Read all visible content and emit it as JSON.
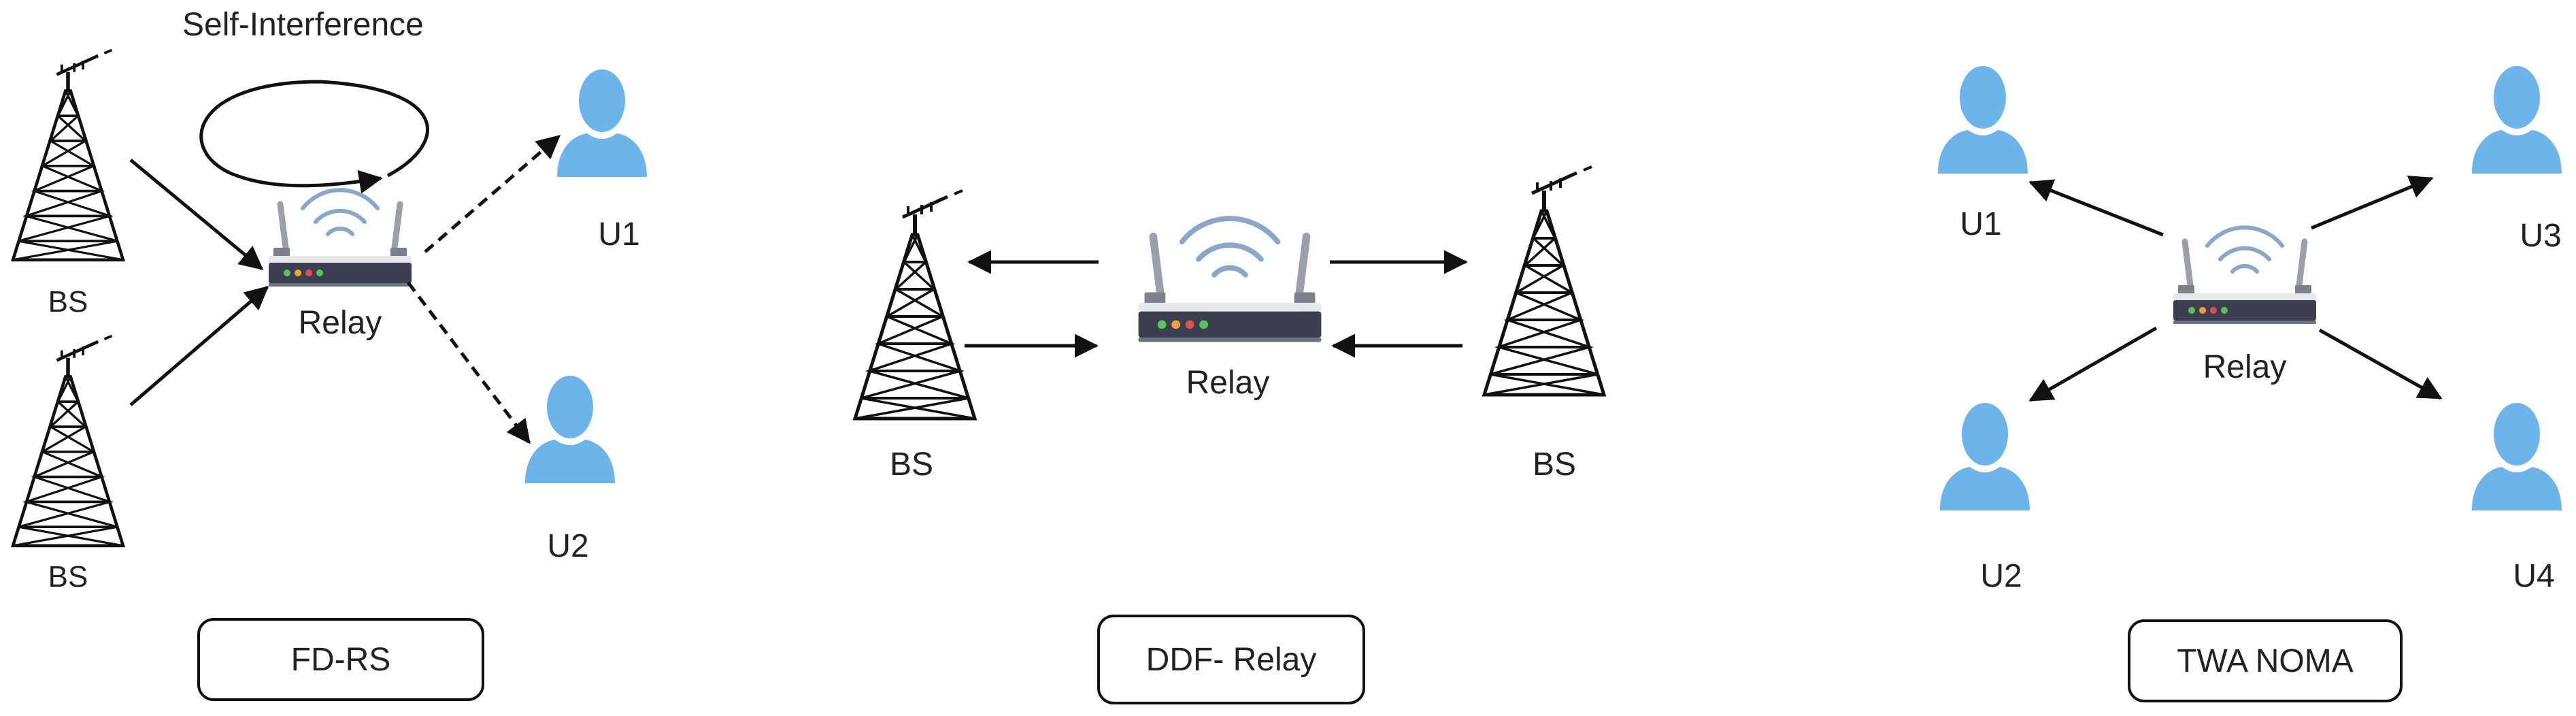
{
  "panels": {
    "fd_rs": {
      "self_interference": "Self-Interference",
      "bs_top": "BS",
      "bs_bottom": "BS",
      "relay": "Relay",
      "u1": "U1",
      "u2": "U2",
      "caption": "FD-RS"
    },
    "ddf": {
      "bs_left": "BS",
      "bs_right": "BS",
      "relay": "Relay",
      "caption": "DDF- Relay"
    },
    "twa": {
      "u1": "U1",
      "u2": "U2",
      "u3": "U3",
      "u4": "U4",
      "relay": "Relay",
      "caption": "TWA NOMA"
    }
  },
  "icons": {
    "tower": "cell-tower-icon",
    "relay": "wifi-router-icon",
    "user": "user-icon"
  },
  "colors": {
    "user": "#6cb4ea",
    "router_body": "#3b3f4f",
    "router_top": "#e6e8ec",
    "wifi": "#8aa6c8",
    "arrow": "#111111",
    "led_green": "#5cc35c",
    "led_orange": "#f0a040",
    "led_red": "#e05050"
  }
}
